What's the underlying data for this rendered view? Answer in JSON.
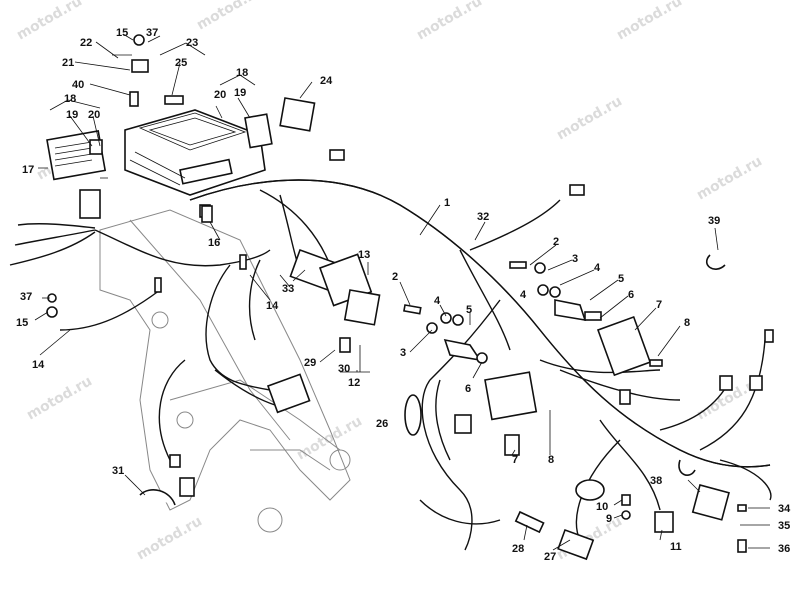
{
  "watermark": "motod.ru",
  "callouts": {
    "c1": "1",
    "c2a": "2",
    "c2b": "2",
    "c3a": "3",
    "c3b": "3",
    "c4a": "4",
    "c4b": "4",
    "c5a": "5",
    "c5b": "5",
    "c6a": "6",
    "c6b": "6",
    "c7a": "7",
    "c7b": "7",
    "c8a": "8",
    "c8b": "8",
    "c9": "9",
    "c10": "10",
    "c11": "11",
    "c12": "12",
    "c13": "13",
    "c14a": "14",
    "c14b": "14",
    "c15a": "15",
    "c15b": "15",
    "c16": "16",
    "c17": "17",
    "c18a": "18",
    "c18b": "18",
    "c19a": "19",
    "c19b": "19",
    "c20a": "20",
    "c20b": "20",
    "c21": "21",
    "c22": "22",
    "c23": "23",
    "c24": "24",
    "c25": "25",
    "c26": "26",
    "c27": "27",
    "c28": "28",
    "c29": "29",
    "c30": "30",
    "c31": "31",
    "c32": "32",
    "c33": "33",
    "c34": "34",
    "c35": "35",
    "c36": "36",
    "c37a": "37",
    "c37b": "37",
    "c38": "38",
    "c39": "39",
    "c40": "40"
  }
}
